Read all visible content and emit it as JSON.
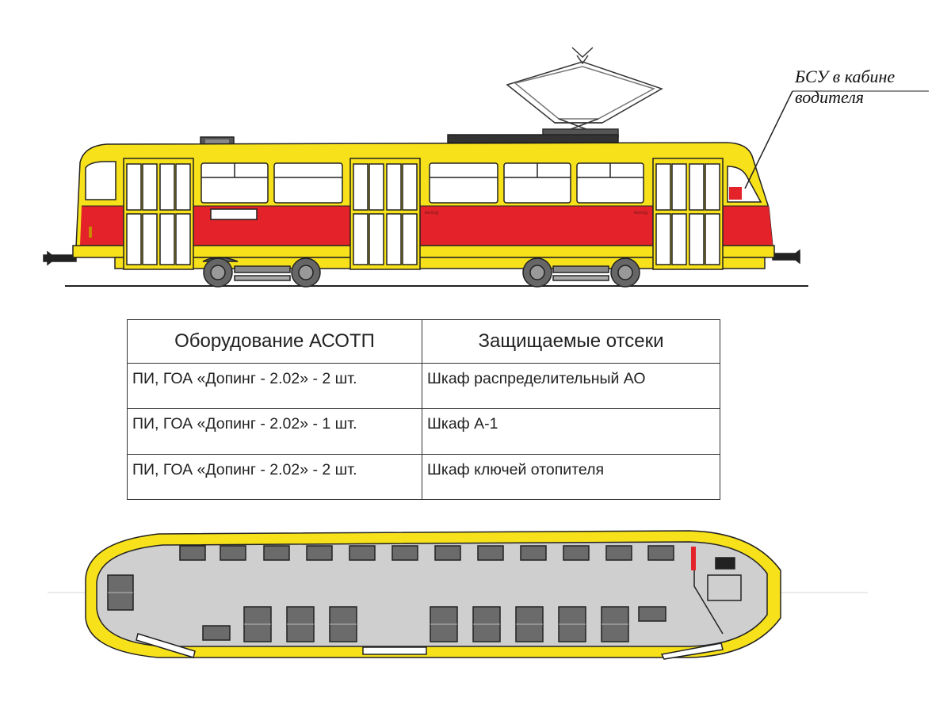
{
  "callout": {
    "line1": "БСУ в кабине",
    "line2": "водителя"
  },
  "table": {
    "headers": [
      "Оборудование АСОТП",
      "Защищаемые отсеки"
    ],
    "rows": [
      [
        "ПИ, ГОА «Допинг - 2.02» - 2 шт.",
        "Шкаф распределительный АО"
      ],
      [
        "ПИ, ГОА «Допинг - 2.02» - 1 шт.",
        "Шкаф А-1"
      ],
      [
        "ПИ, ГОА «Допинг - 2.02» - 2 шт.",
        "Шкаф ключей отопителя"
      ]
    ]
  },
  "tram_side": {
    "door_label": "выход"
  },
  "colors": {
    "body_yellow": "#f7e11a",
    "body_red": "#e3222a",
    "outline": "#222222",
    "window": "#ffffff",
    "floor_gray": "#cfcfcf",
    "seat_gray": "#6b6b6b",
    "marker_red": "#e3222a"
  }
}
